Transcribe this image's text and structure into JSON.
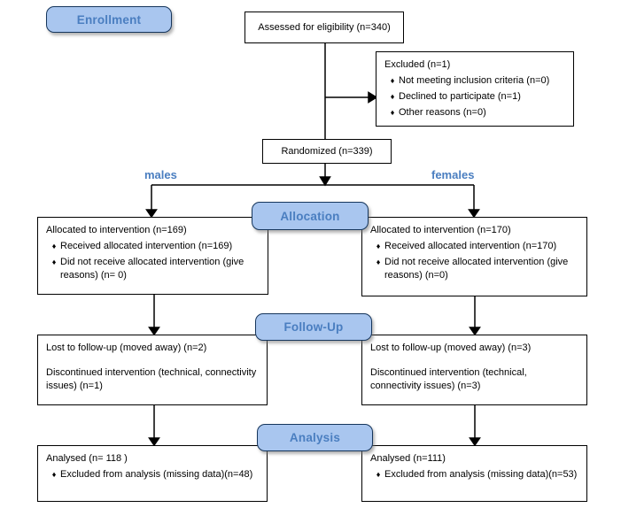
{
  "glyphs": {
    "bullet": "♦"
  },
  "colors": {
    "badge_fill": "#a9c6ef",
    "badge_border": "#16365c",
    "badge_text": "#4a7ec0",
    "branch_label_text": "#4a7ec0",
    "box_border": "#000000",
    "connector_line": "#000000"
  },
  "stages": {
    "enrollment": "Enrollment",
    "allocation": "Allocation",
    "followup": "Follow-Up",
    "analysis": "Analysis"
  },
  "branches": {
    "left": "males",
    "right": "females"
  },
  "boxes": {
    "assessed": {
      "text": "Assessed for eligibility (n=340)"
    },
    "excluded": {
      "title": "Excluded (n=1)",
      "bullets": [
        "Not meeting inclusion criteria (n=0)",
        "Declined to participate (n=1)",
        "Other reasons (n=0)"
      ]
    },
    "randomized": {
      "text": "Randomized (n=339)"
    },
    "allocation_left": {
      "title": "Allocated to intervention (n=169)",
      "bullets": [
        "Received allocated intervention (n=169)",
        "Did not receive allocated intervention (give reasons) (n= 0)"
      ]
    },
    "allocation_right": {
      "title": "Allocated to intervention (n=170)",
      "bullets": [
        "Received allocated intervention (n=170)",
        "Did not receive allocated intervention (give reasons) (n=0)"
      ]
    },
    "followup_left": {
      "para1": "Lost to follow-up (moved away) (n=2)",
      "para2": "Discontinued intervention (technical, connectivity issues) (n=1)"
    },
    "followup_right": {
      "para1": "Lost to follow-up (moved away) (n=3)",
      "para2": "Discontinued intervention (technical, connectivity issues) (n=3)"
    },
    "analysis_left": {
      "title": "Analysed (n= 118 )",
      "bullets": [
        "Excluded from analysis (missing data)(n=48)"
      ]
    },
    "analysis_right": {
      "title": "Analysed  (n=111)",
      "bullets": [
        "Excluded from analysis (missing data)(n=53)"
      ]
    }
  }
}
